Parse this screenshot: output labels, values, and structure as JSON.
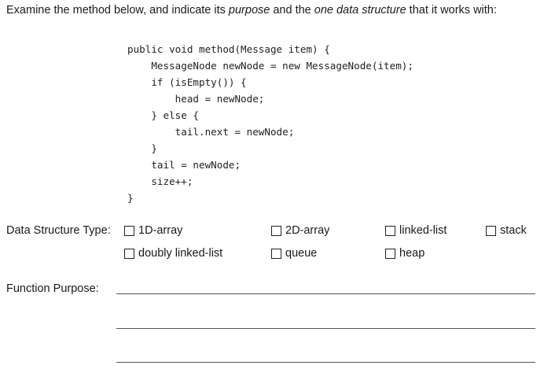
{
  "prompt": {
    "part1": "Examine the method below, and indicate its ",
    "em1": "purpose",
    "part2": " and the ",
    "em2": "one data structure",
    "part3": " that it works with:"
  },
  "code_lines": [
    "public void method(Message item) {",
    "    MessageNode newNode = new MessageNode(item);",
    "    if (isEmpty()) {",
    "        head = newNode;",
    "    } else {",
    "        tail.next = newNode;",
    "    }",
    "    tail = newNode;",
    "    size++;",
    "}"
  ],
  "data_structure_label": "Data Structure Type:",
  "options": [
    "1D-array",
    "2D-array",
    "linked-list",
    "stack",
    "doubly linked-list",
    "queue",
    "heap"
  ],
  "function_purpose_label": "Function Purpose:"
}
